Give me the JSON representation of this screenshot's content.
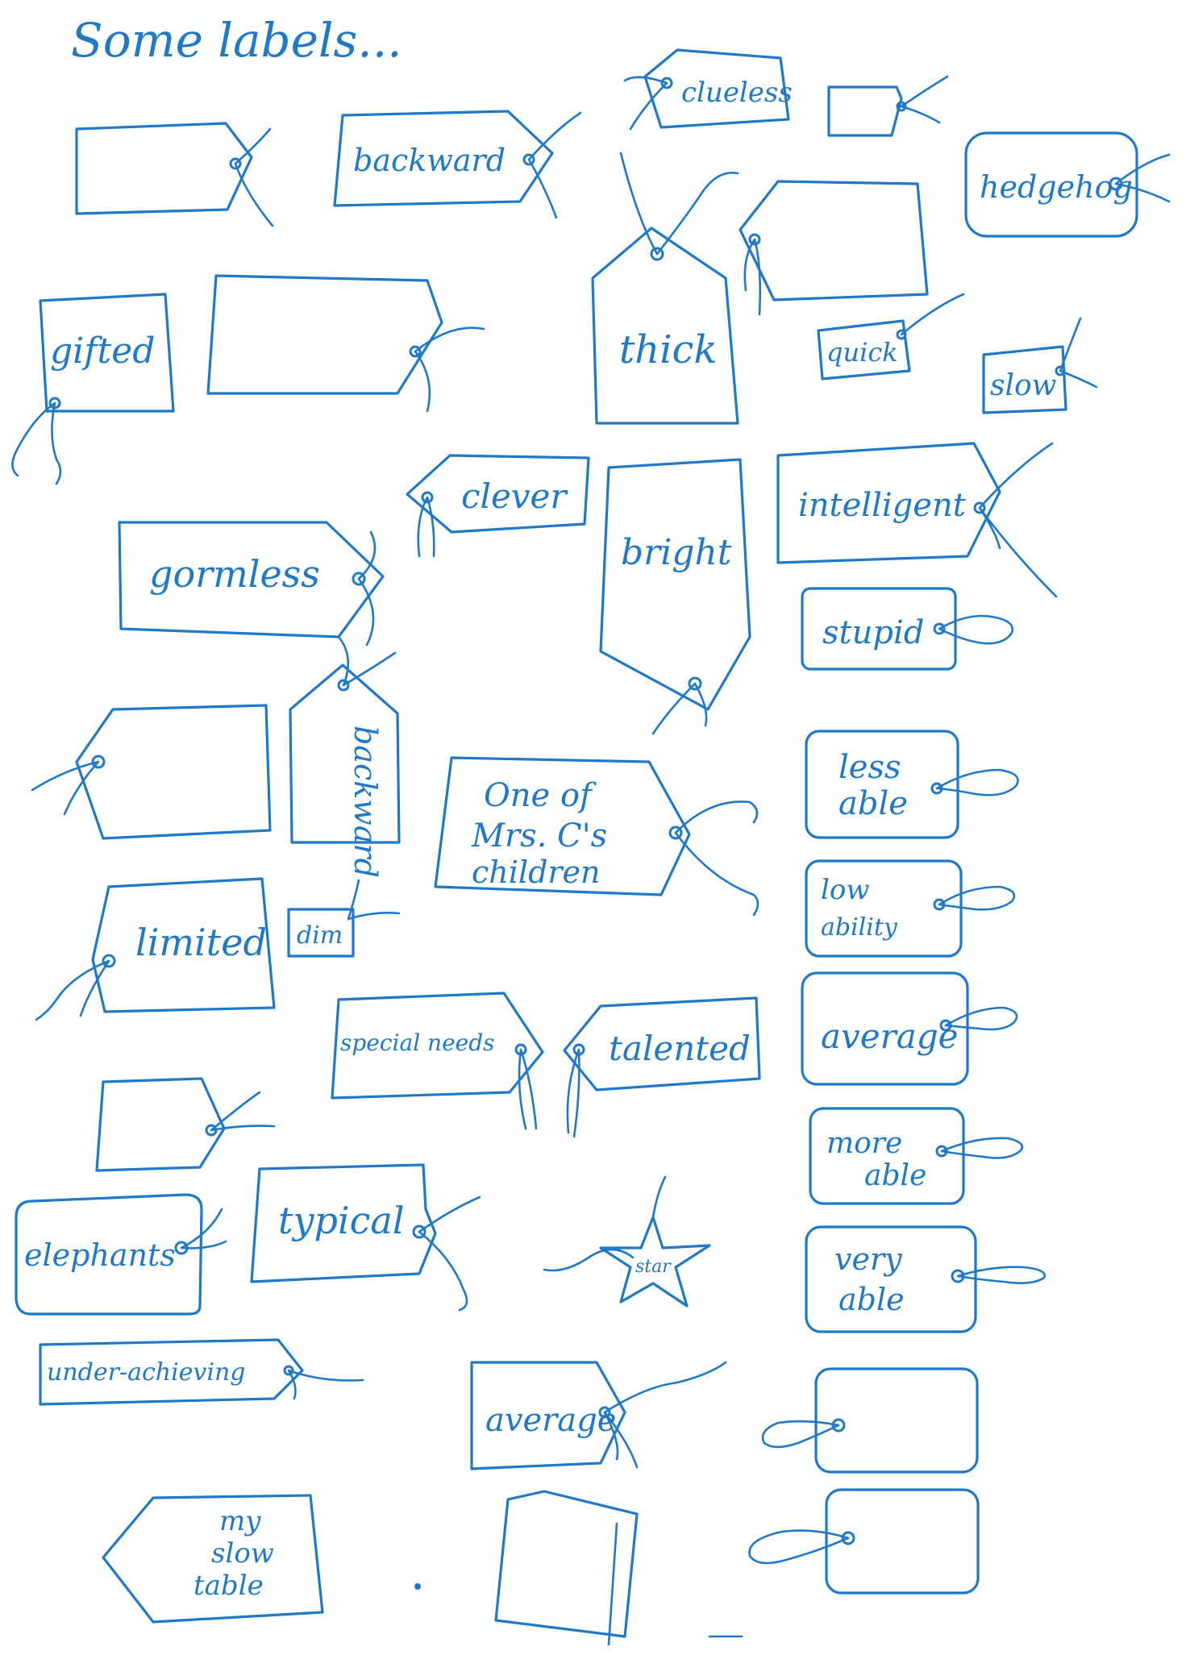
{
  "heading": "Some labels...",
  "ink_color": "#1f78c8",
  "labels": {
    "clueless": "clueless",
    "backward": "backward",
    "hedgehog": "hedgehog",
    "gifted": "gifted",
    "thick": "thick",
    "quick": "quick",
    "slow": "slow",
    "clever": "clever",
    "intelligent": "intelligent",
    "gormless": "gormless",
    "bright": "bright",
    "stupid": "stupid",
    "backward_vertical": "backward",
    "one_of_mrs_c_line1": "One of",
    "one_of_mrs_c_line2": "Mrs. C's",
    "one_of_mrs_c_line3": "children",
    "less_able_line1": "less",
    "less_able_line2": "able",
    "low_ability_line1": "low",
    "low_ability_line2": "ability",
    "limited": "limited",
    "dim": "dim",
    "special_needs": "special needs",
    "talented": "talented",
    "average_right": "average",
    "more_able_line1": "more",
    "more_able_line2": "able",
    "elephants": "elephants",
    "typical": "typical",
    "star": "star",
    "very_able_line1": "very",
    "very_able_line2": "able",
    "under_achieving": "under-achieving",
    "average_bottom": "average",
    "my_slow_table_line1": "my",
    "my_slow_table_line2": "slow",
    "my_slow_table_line3": "table"
  }
}
